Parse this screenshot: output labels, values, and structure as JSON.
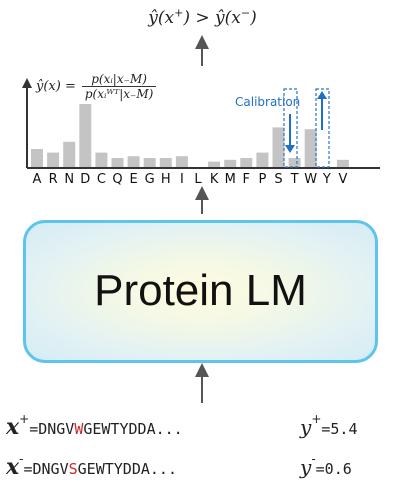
{
  "top": {
    "formula_left": "ŷ(x",
    "formula_plus": "+",
    "formula_mid": ") > ŷ(x",
    "formula_minus": "−",
    "formula_end": ")"
  },
  "chart_data": {
    "type": "bar",
    "categories": [
      "A",
      "R",
      "N",
      "D",
      "C",
      "Q",
      "E",
      "G",
      "H",
      "I",
      "L",
      "K",
      "M",
      "F",
      "P",
      "S",
      "T",
      "W",
      "Y",
      "V"
    ],
    "values": [
      0.2,
      0.16,
      0.28,
      0.7,
      0.16,
      0.1,
      0.12,
      0.1,
      0.1,
      0.12,
      0.0,
      0.06,
      0.08,
      0.1,
      0.16,
      0.44,
      0.1,
      0.42,
      0.0,
      0.08
    ],
    "ylabel": "ŷ(x) = p(x_i|x_{−M}) / p(x_i^WT|x_{−M})",
    "annotation": "Calibration",
    "ylim": [
      0,
      1
    ]
  },
  "formula": {
    "lhs": "ŷ(x) =",
    "num": "p(xᵢ|x₋M)",
    "den": "p(xᵢᵂᵀ|x₋M)"
  },
  "model": {
    "label": "Protein LM"
  },
  "sequences": [
    {
      "sign": "+",
      "prefix": "=DNGV",
      "mut": "W",
      "suffix": "GEWTYDDA...",
      "y_sign": "+",
      "y_value": "=5.4"
    },
    {
      "sign": "-",
      "prefix": "=DNGV",
      "mut": "S",
      "suffix": "GEWTYDDA...",
      "y_sign": "-",
      "y_value": "=0.6"
    }
  ]
}
